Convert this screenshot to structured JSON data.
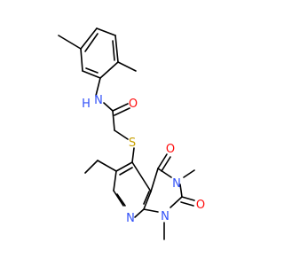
{
  "molecule": {
    "atom_labels": {
      "amide_nitrogen": "N",
      "amide_hydrogen": "H",
      "carbonyl_oxygen": "O",
      "sulfur": "S",
      "pyridine_nitrogen": "N",
      "n1_nitrogen": "N",
      "n3_nitrogen": "N",
      "c4_oxygen": "O",
      "c2_oxygen": "O"
    },
    "colors": {
      "bond": "#000000",
      "nitrogen": "#3050F8",
      "oxygen": "#FF0D0D",
      "sulfur": "#C8A000"
    }
  }
}
